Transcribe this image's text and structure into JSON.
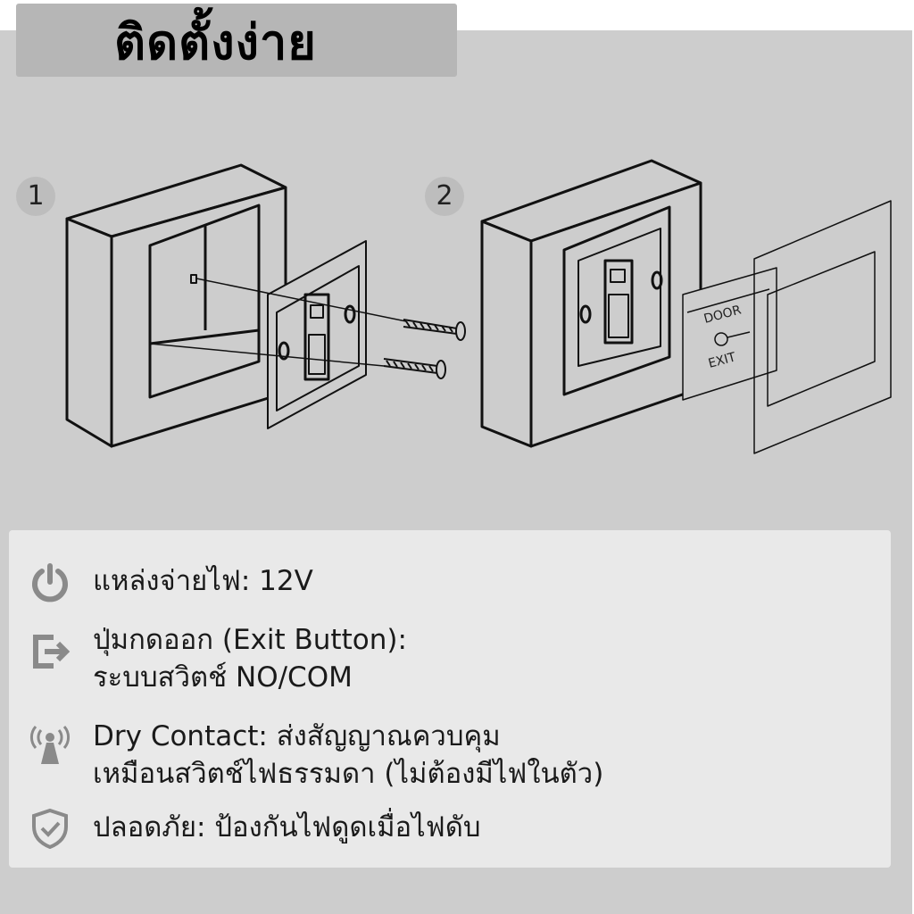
{
  "header": {
    "title": "ติดตั้งง่าย"
  },
  "steps": [
    {
      "label": "1"
    },
    {
      "label": "2"
    }
  ],
  "faceplate": {
    "line1": "DOOR",
    "line2": "EXIT"
  },
  "features": [
    {
      "icon": "power-icon",
      "line1": "แหล่งจ่ายไฟ: 12V"
    },
    {
      "icon": "exit-icon",
      "line1": "ปุ่มกดออก (Exit Button):",
      "line2": "ระบบสวิตช์ NO/COM"
    },
    {
      "icon": "signal-tower-icon",
      "line1": "Dry Contact: ส่งสัญญาณควบคุม",
      "line2": "เหมือนสวิตช์ไฟธรรมดา (ไม่ต้องมีไฟในตัว)"
    },
    {
      "icon": "shield-check-icon",
      "line1": "ปลอดภัย: ป้องกันไฟดูดเมื่อไฟดับ"
    }
  ],
  "colors": {
    "panel": "#cdcdcd",
    "tab": "#b6b6b6",
    "card": "#e9e9e9",
    "icon": "#8a8a8a"
  }
}
